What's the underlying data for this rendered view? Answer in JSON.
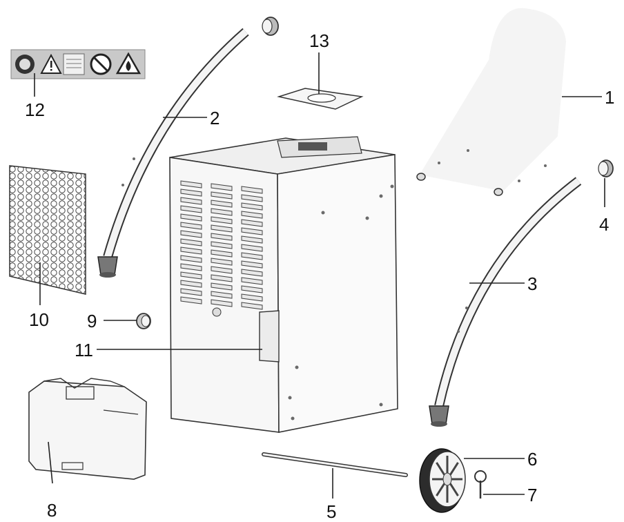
{
  "callouts": {
    "c1": "1",
    "c2": "2",
    "c3": "3",
    "c4": "4",
    "c5": "5",
    "c6": "6",
    "c7": "7",
    "c8": "8",
    "c9": "9",
    "c10": "10",
    "c11": "11",
    "c12": "12",
    "c13": "13"
  },
  "warning_icons": [
    "read-manual-icon",
    "warning-triangle-icon",
    "instruction-sheet-icon",
    "no-tilt-icon",
    "flammable-icon"
  ]
}
